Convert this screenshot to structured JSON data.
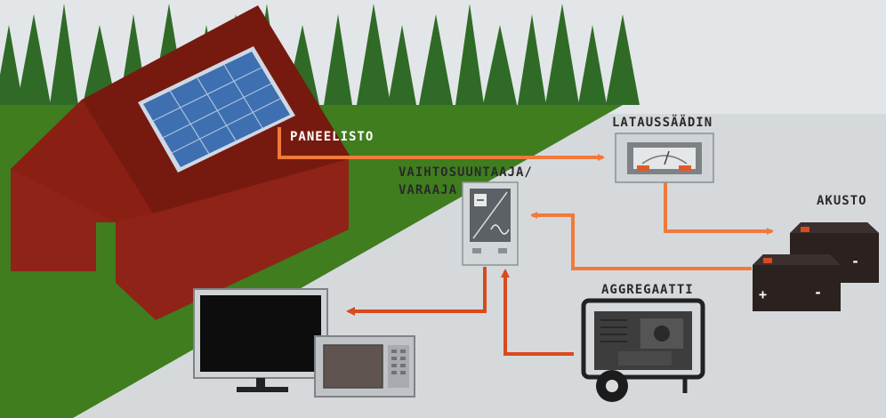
{
  "labels": {
    "panels": "PANEELISTO",
    "charge_controller": "LATAUSSÄÄDIN",
    "inverter_line1": "VAIHTOSUUNTAAJA/",
    "inverter_line2": "VARAAJA",
    "battery_bank": "AKUSTO",
    "generator": "AGGREGAATTI"
  },
  "battery_marks": {
    "plus": "+",
    "minus": "-"
  },
  "colors": {
    "sky": "#e3e6e8",
    "trees": "#2f6b27",
    "grass": "#3f7d1f",
    "ground": "#d5d9dc",
    "house_wall": "#8f2317",
    "house_roof": "#761a10",
    "solar_panel": "#3e6fb0",
    "arrow": "#f07a3c",
    "arrow_dark": "#d94a1e",
    "device_light": "#cfd3d6",
    "battery": "#2b2220"
  },
  "icons": [
    "solar-panel-icon",
    "charge-controller-icon",
    "inverter-icon",
    "battery-icon",
    "generator-icon",
    "tv-icon",
    "microwave-icon"
  ]
}
